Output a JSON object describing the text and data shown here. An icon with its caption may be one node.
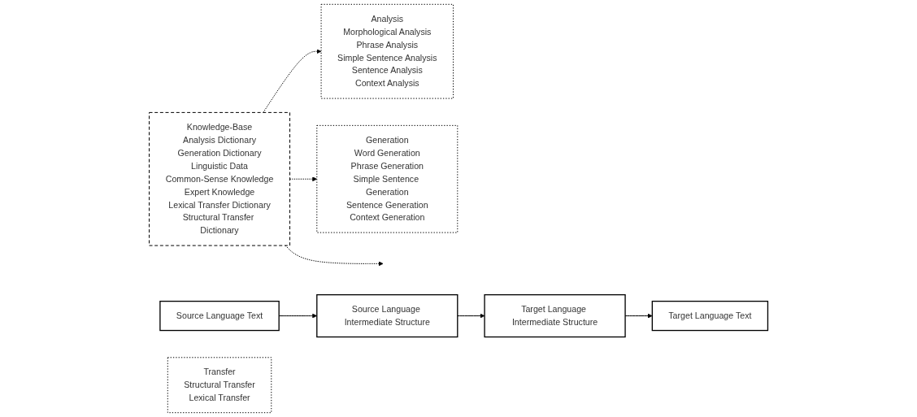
{
  "diagram": {
    "nodes": [
      {
        "text": [
          "Source Language Text"
        ]
      },
      {
        "text": [
          "Target Language Text"
        ]
      },
      {
        "text": [
          "Analysis",
          "Morphological Analysis",
          "Phrase Analysis",
          "Simple Sentence Analysis",
          "Sentence Analysis",
          "Context Analysis"
        ]
      },
      {
        "text": [
          "Knowledge-Base",
          "Analysis Dictionary",
          "Generation Dictionary",
          "Linguistic Data",
          "Common-Sense Knowledge",
          "Expert Knowledge",
          "Lexical Transfer Dictionary",
          "Structural Transfer Dictionary"
        ]
      },
      {
        "text": [
          "Generation",
          "Word Generation",
          "Phrase Generation",
          "Simple Sentence Generation",
          "Sentence Generation",
          "Context Generation"
        ]
      },
      {
        "text": [
          "Source Language Intermediate Structure"
        ]
      },
      {
        "text": [
          "Target Language Intermediate Structure"
        ]
      },
      {
        "text": [
          "Transfer",
          "Structural Transfer",
          "Lexical Transfer"
        ]
      }
    ],
    "edges": [
      {
        "from": 0,
        "to": 5,
        "arrow": "to"
      },
      {
        "from": 5,
        "to": 6,
        "arrow": "to"
      },
      {
        "from": 6,
        "to": 1,
        "arrow": "to"
      },
      {
        "from": 3,
        "to": 2,
        "arrow": "to",
        "style": "dashed"
      },
      {
        "from": 3,
        "to": 4,
        "arrow": "to",
        "style": "dashed"
      },
      {
        "from": 3,
        "to": null,
        "arrow": "to",
        "style": "dashed"
      }
    ]
  }
}
